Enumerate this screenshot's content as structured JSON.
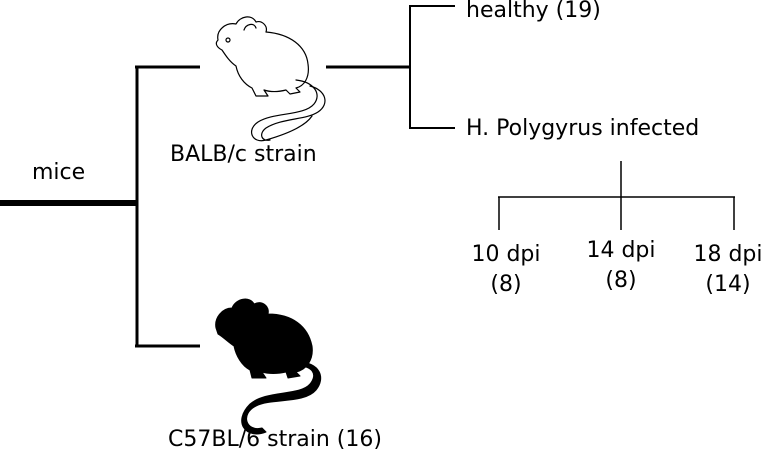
{
  "root": {
    "label": "mice"
  },
  "balb": {
    "label": "BALB/c strain",
    "icon": "mouse-outline-icon"
  },
  "c57": {
    "label": "C57BL/6 strain (16)",
    "icon": "mouse-silhouette-icon"
  },
  "balb_groups": {
    "healthy": "healthy (19)",
    "infected": "H. Polygyrus infected"
  },
  "timepoints": [
    {
      "label": "10 dpi",
      "count": "(8)"
    },
    {
      "label": "14 dpi",
      "count": "(8)"
    },
    {
      "label": "18 dpi",
      "count": "(14)"
    }
  ]
}
